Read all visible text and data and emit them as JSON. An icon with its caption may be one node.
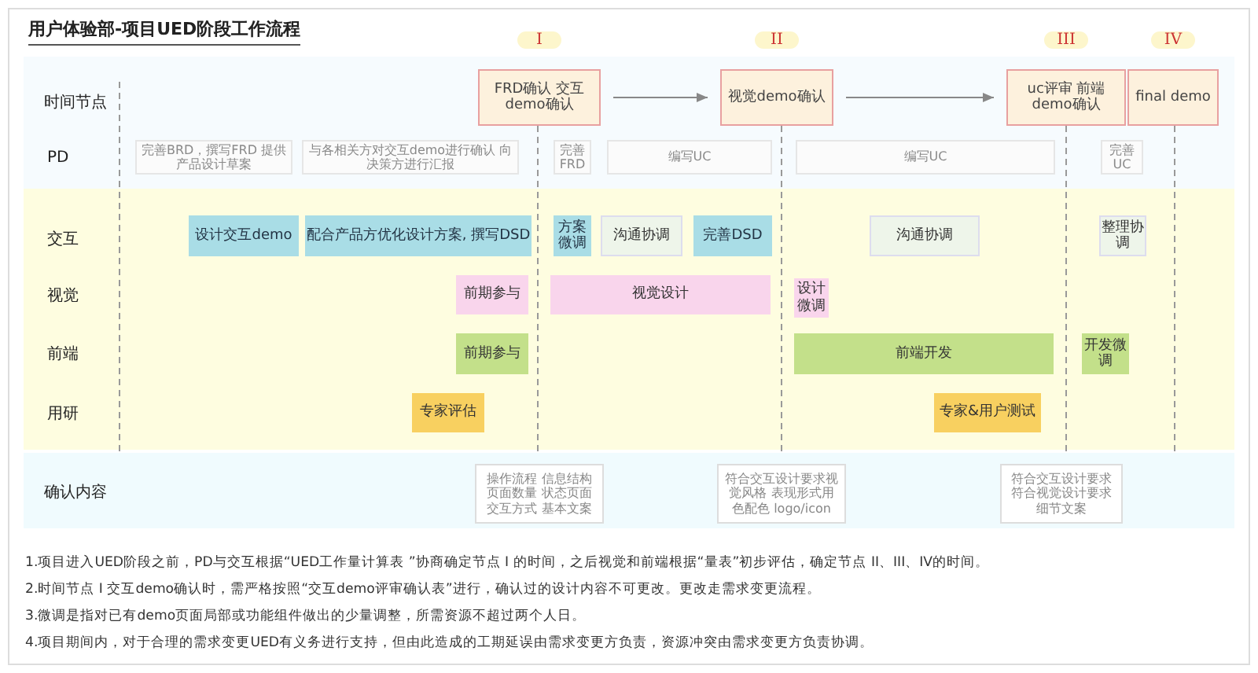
{
  "diagram": {
    "title": "用户体验部-项目UED阶段工作流程",
    "nodes": [
      {
        "text": [
          "FRD确认 交互demo确认"
        ],
        "beside": [
          "I"
        ]
      },
      {
        "text": [
          "视觉demo确认"
        ],
        "beside": [
          "II"
        ]
      },
      {
        "text": [
          "uc评审 前端demo确认"
        ],
        "beside": [
          "III"
        ]
      },
      {
        "text": [
          "final demo"
        ],
        "beside": [
          "IV"
        ]
      },
      {
        "text": [
          "完善BRD，撰写FRD 提供产品设计草案"
        ]
      },
      {
        "text": [
          "与各相关方对交互demo进行确认 向决策方进行汇报"
        ]
      },
      {
        "text": [
          "完善 FRD"
        ]
      },
      {
        "text": [
          "编写UC"
        ]
      },
      {
        "text": [
          "编写UC"
        ]
      },
      {
        "text": [
          "完善 UC"
        ]
      },
      {
        "text": [
          "设计交互demo"
        ]
      },
      {
        "text": [
          "配合产品方优化设计方案, 撰写DSD"
        ]
      },
      {
        "text": [
          "方案微调"
        ]
      },
      {
        "text": [
          "沟通协调"
        ]
      },
      {
        "text": [
          "完善DSD"
        ]
      },
      {
        "text": [
          "沟通协调"
        ]
      },
      {
        "text": [
          "整理协调"
        ]
      },
      {
        "text": [
          "前期参与"
        ]
      },
      {
        "text": [
          "视觉设计"
        ]
      },
      {
        "text": [
          "设计微调"
        ]
      },
      {
        "text": [
          "前期参与"
        ]
      },
      {
        "text": [
          "前端开发"
        ]
      },
      {
        "text": [
          "开发微调"
        ]
      },
      {
        "text": [
          "专家评估"
        ]
      },
      {
        "text": [
          "专家&用户测试"
        ]
      },
      {
        "text": [
          "操作流程 信息结构页面数量 状态页面交互方式 基本文案"
        ]
      },
      {
        "text": [
          "符合交互设计要求视觉风格 表现形式用色配色 logo/icon"
        ]
      },
      {
        "text": [
          "符合交互设计要求符合视觉设计要求细节文案"
        ]
      }
    ],
    "edges": [
      {
        "from": 0,
        "to": 1,
        "arrow": "to"
      },
      {
        "from": 1,
        "to": 2,
        "arrow": "to"
      }
    ],
    "labels": [
      "时间节点",
      "PD",
      "交互",
      "视觉",
      "前端",
      "用研",
      "确认内容",
      "1.项目进入UED阶段之前，PD与交互根据“UED工作量计算表 ”协商确定节点 I 的时间，之后视觉和前端根据“量表”初步评估，确定节点 II、III、IV的时间。",
      "2.时间节点 I 交互demo确认时，需严格按照“交互demo评审确认表”进行，确认过的设计内容不可更改。更改走需求变更流程。",
      "3.微调是指对已有demo页面局部或功能组件做出的少量调整，所需资源不超过两个人日。",
      "4.项目期间内，对于合理的需求变更UED有义务进行支持，但由此造成的工期延误由需求变更方负责，资源冲突由需求变更方负责协调。"
    ]
  }
}
